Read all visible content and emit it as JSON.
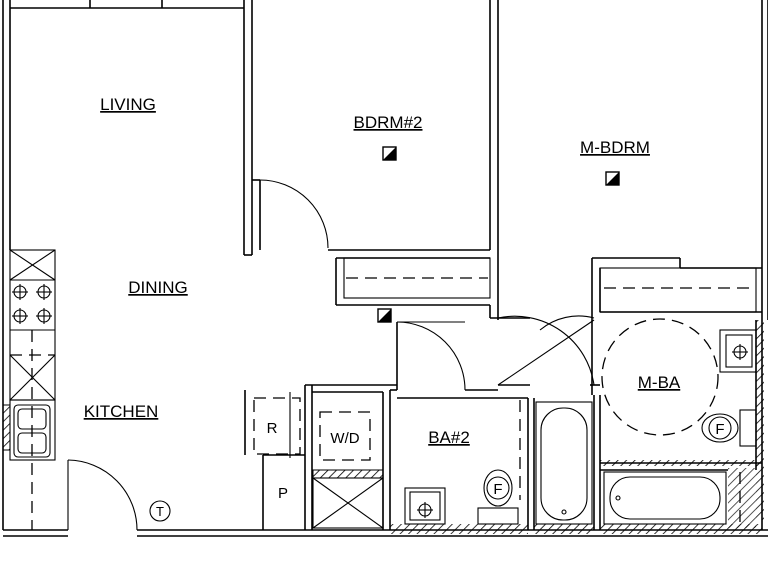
{
  "rooms": {
    "living": "LIVING",
    "bedroom2": "BDRM#2",
    "master_bedroom": "M-BDRM",
    "dining": "DINING",
    "kitchen": "KITCHEN",
    "bath2": "BA#2",
    "master_bath": "M-BA"
  },
  "fixtures": {
    "refrigerator": "R",
    "washer_dryer": "W/D",
    "pantry": "P",
    "thermostat": "T",
    "fan_bath2": "F",
    "fan_master_bath": "F"
  }
}
